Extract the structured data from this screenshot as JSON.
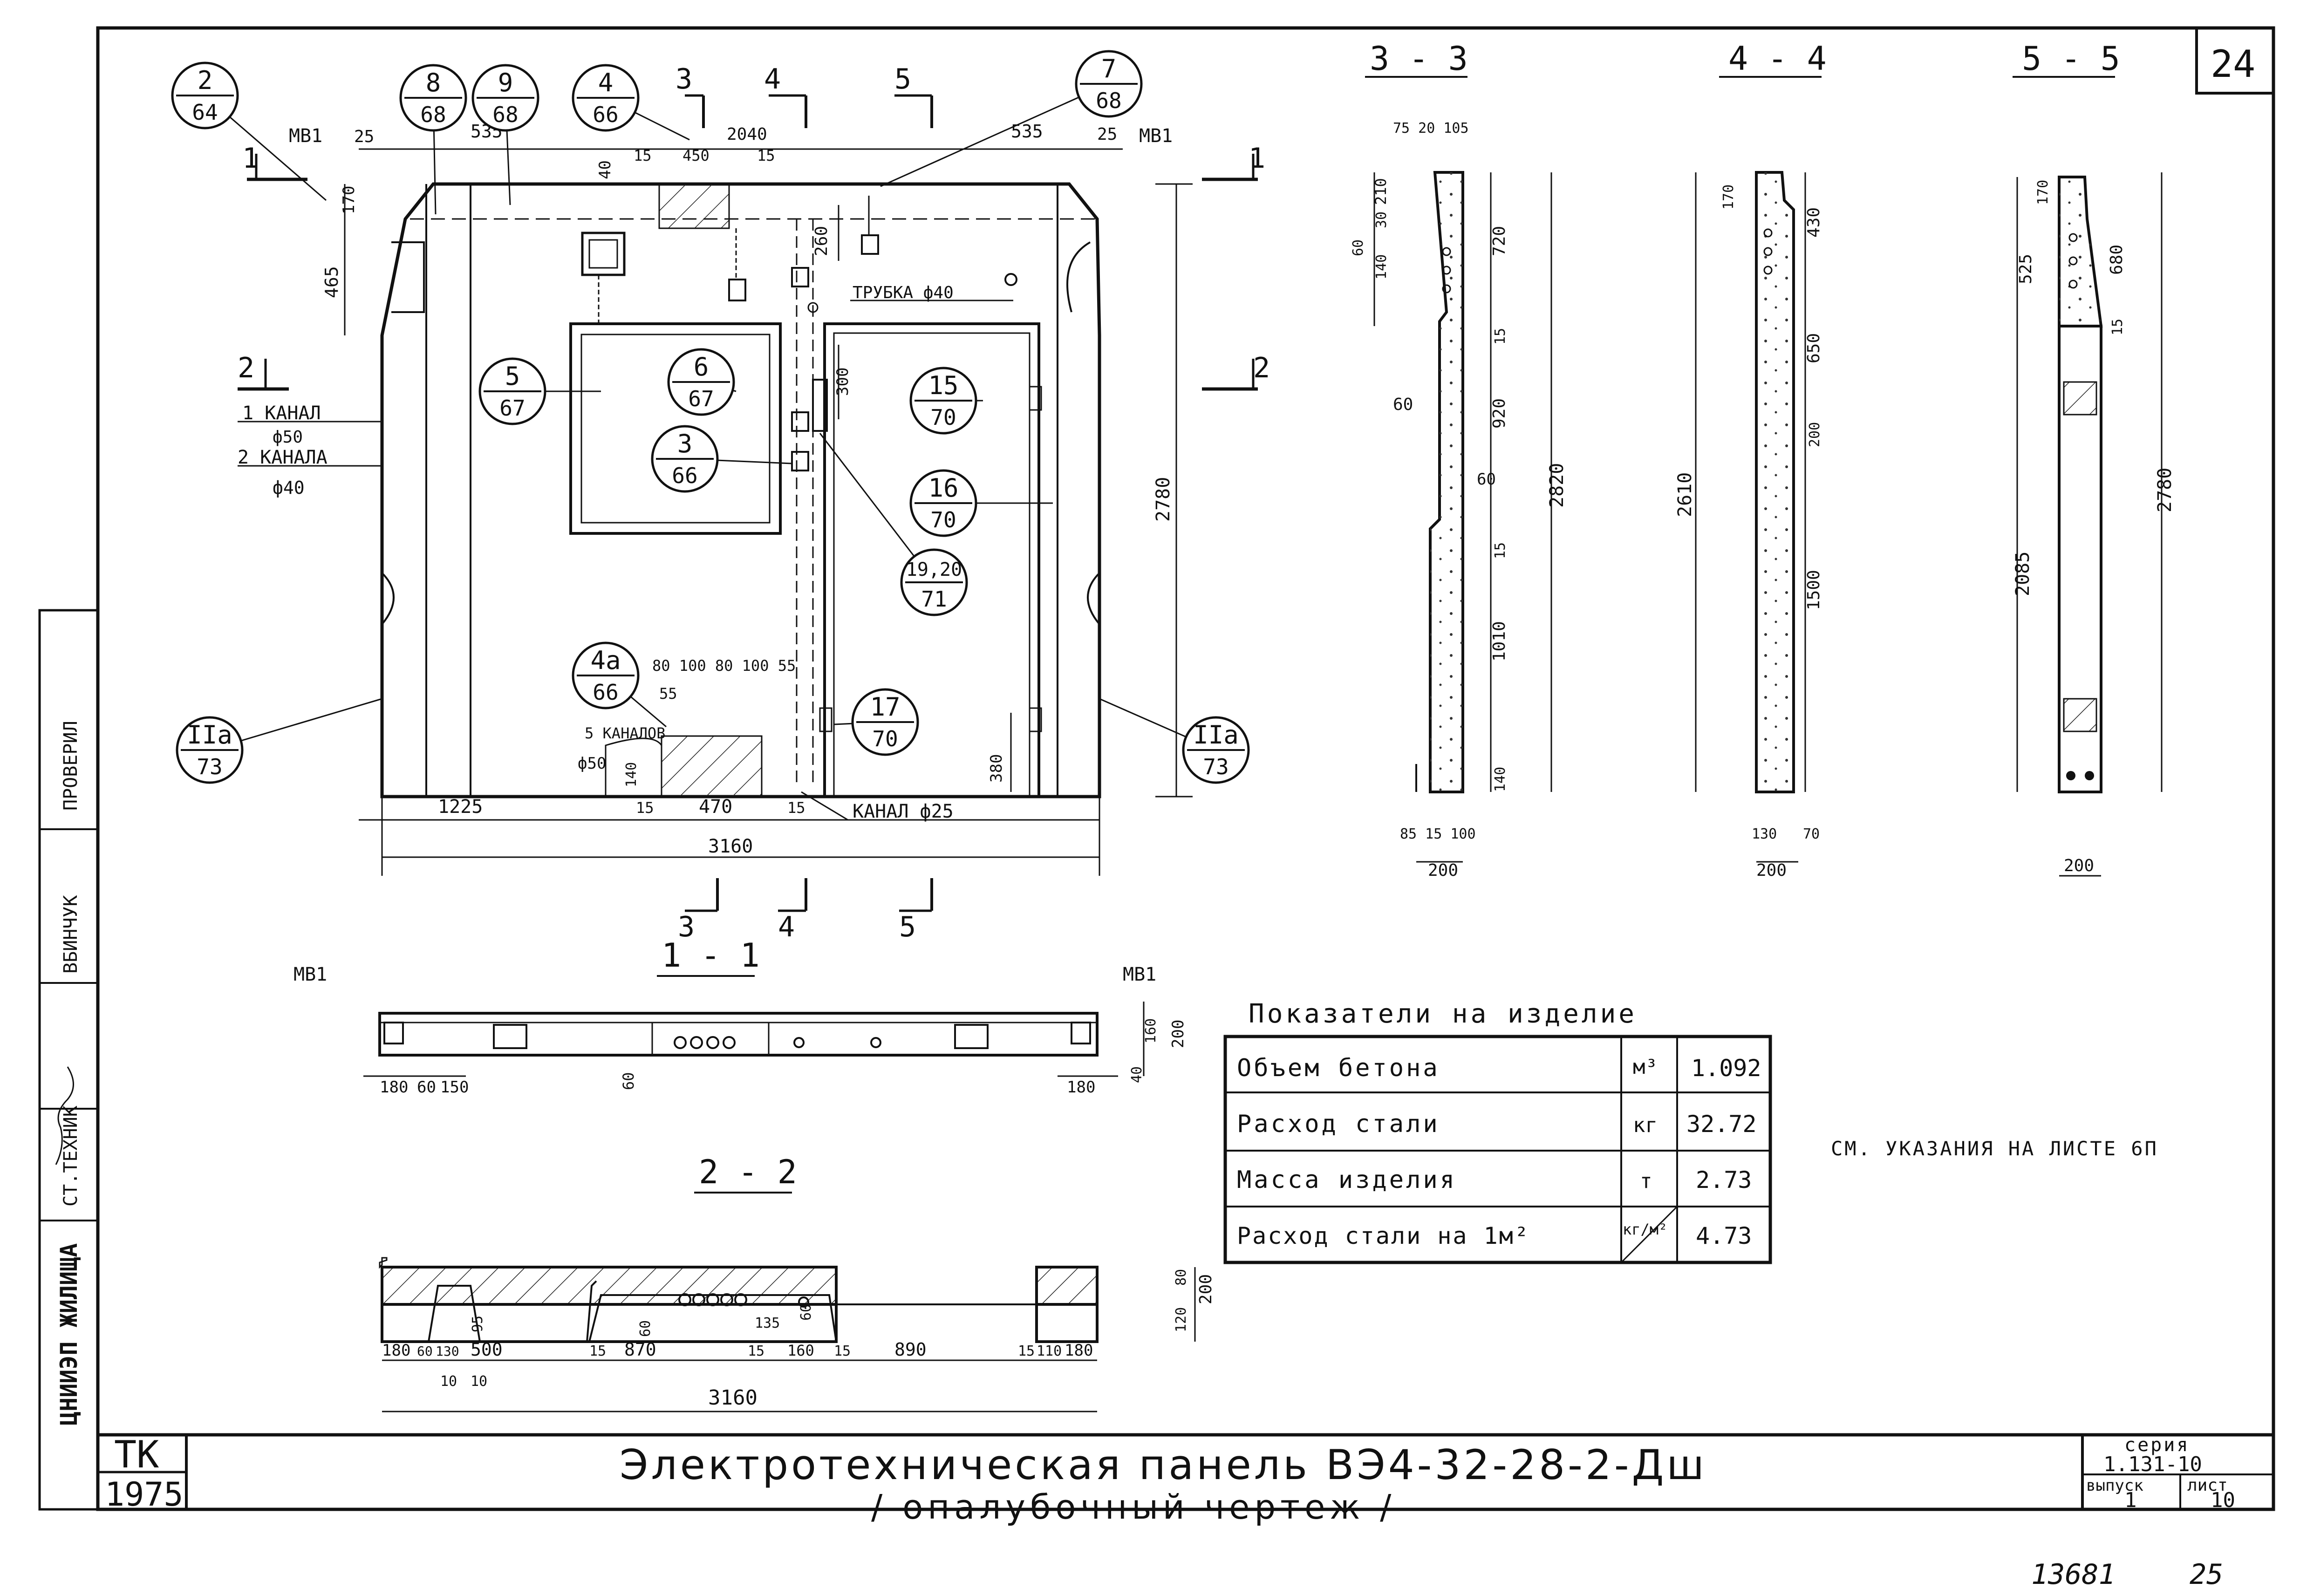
{
  "sheet": {
    "sheet_no": "24",
    "stamp_handwritten": "13681",
    "stamp_page": "25",
    "org_code": "ТК",
    "year": "1975",
    "left_strip": [
      "ЦНИИЭП ЖИЛИЩА",
      "СТ.ТЕХНИК",
      "ВБИНЧУК",
      "ПРОВЕРИЛ"
    ],
    "title_line1": "Электротехническая панель ВЭ4-32-28-2-Дш",
    "title_line2": "/ опалубочный чертеж /",
    "series_label": "серия",
    "series_value": "1.131-10",
    "issue_label": "выпуск",
    "issue_value": "1",
    "list_label": "лист",
    "list_value": "10",
    "note": "СМ. УКАЗАНИЯ НА ЛИСТЕ 6П"
  },
  "elevation": {
    "callouts": [
      {
        "num": "2",
        "den": "64"
      },
      {
        "num": "8",
        "den": "68"
      },
      {
        "num": "9",
        "den": "68"
      },
      {
        "num": "4",
        "den": "66"
      },
      {
        "num": "7",
        "den": "68"
      },
      {
        "num": "5",
        "den": "67"
      },
      {
        "num": "6",
        "den": "67"
      },
      {
        "num": "3",
        "den": "66"
      },
      {
        "num": "15",
        "den": "70"
      },
      {
        "num": "16",
        "den": "70"
      },
      {
        "num": "19,20",
        "den": "71"
      },
      {
        "num": "4а",
        "den": "66"
      },
      {
        "num": "17",
        "den": "70"
      },
      {
        "num": "IIа",
        "den": "73"
      },
      {
        "num": "IIа",
        "den": "73"
      }
    ],
    "section_marks": [
      "1",
      "1",
      "2",
      "2",
      "3",
      "4",
      "5",
      "3",
      "4",
      "5"
    ],
    "labels": {
      "mb1_left": "МВ1",
      "mb1_right": "МВ1",
      "canal1": "1 КАНАЛ",
      "phi50": "ф50",
      "canal2": "2 КАНАЛА",
      "phi40": "ф40",
      "tube": "ТРУБКА ф40",
      "canals5": "5 КАНАЛОВ",
      "phi50b": "ф50",
      "canal25": "КАНАЛ ф25"
    },
    "dims": {
      "d25a": "25",
      "d535a": "535",
      "d2040": "2040",
      "d535b": "535",
      "d25b": "25",
      "d40": "40",
      "d15a": "15",
      "d450": "450",
      "d15b": "15",
      "d170": "170",
      "d465": "465",
      "d260": "260",
      "d300": "300",
      "d2780": "2780",
      "d380": "380",
      "d_bottom_row": "80 100 80 100 55",
      "d55": "55",
      "d140": "140",
      "d1225": "1225",
      "d15c": "15",
      "d470": "470",
      "d15d": "15",
      "d3160": "3160"
    }
  },
  "sections": {
    "s33": {
      "title": "3 - 3",
      "dims": {
        "top": "75 20 105",
        "a": "210",
        "b": "30",
        "c": "60",
        "d": "140",
        "e": "720",
        "f": "15",
        "g": "920",
        "h": "60",
        "i": "15",
        "j": "1010",
        "k": "140",
        "total": "2820",
        "side60": "60",
        "bot": "85 15 100",
        "w": "200"
      }
    },
    "s44": {
      "title": "4 - 4",
      "dims": {
        "a": "170",
        "b": "430",
        "c": "650",
        "d": "200",
        "e": "1500",
        "total": "2610",
        "bot1": "130",
        "bot2": "70",
        "w": "200"
      }
    },
    "s55": {
      "title": "5 - 5",
      "dims": {
        "a": "170",
        "b": "525",
        "c": "680",
        "d": "15",
        "e": "2085",
        "total": "2780",
        "w": "200"
      }
    }
  },
  "section11": {
    "title": "1 - 1",
    "mb_left": "МВ1",
    "mb_right": "МВ1",
    "dims": {
      "a": "180",
      "b": "60",
      "c": "150",
      "d": "60",
      "e": "40",
      "f": "160",
      "g": "200",
      "h": "180"
    }
  },
  "section22": {
    "title": "2 - 2",
    "dims": [
      "180",
      "60",
      "130",
      "500",
      "15",
      "870",
      "15",
      "160",
      "15",
      "890",
      "15",
      "110",
      "180"
    ],
    "sub": [
      "10",
      "10",
      "95",
      "60",
      "135",
      "60"
    ],
    "right": [
      "80",
      "120",
      "200"
    ],
    "total": "3160"
  },
  "indicators": {
    "title": "Показатели на изделие",
    "rows": [
      {
        "name": "Объем бетона",
        "unit": "м³",
        "value": "1.092"
      },
      {
        "name": "Расход стали",
        "unit": "кг",
        "value": "32.72"
      },
      {
        "name": "Масса изделия",
        "unit": "т",
        "value": "2.73"
      },
      {
        "name": "Расход стали на 1м²",
        "unit": "кг/м²",
        "value": "4.73"
      }
    ]
  }
}
